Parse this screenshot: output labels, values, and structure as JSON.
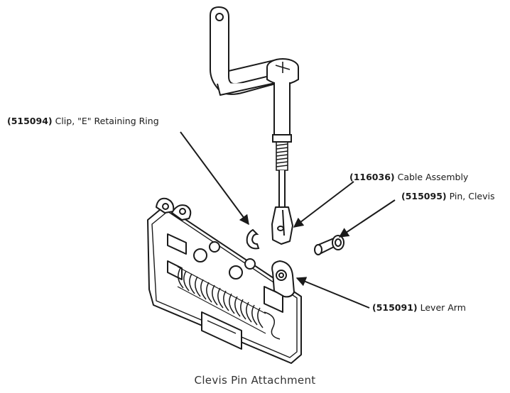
{
  "callouts": {
    "clip": {
      "part_number": "(515094)",
      "name": "Clip, \"E\" Retaining Ring"
    },
    "cable": {
      "part_number": "(116036)",
      "name": "Cable Assembly"
    },
    "pin": {
      "part_number": "(515095)",
      "name": "Pin, Clevis"
    },
    "lever": {
      "part_number": "(515091)",
      "name": "Lever Arm"
    }
  },
  "caption": "Clevis Pin Attachment",
  "colors": {
    "line": "#1a1a1a",
    "fill": "#ffffff",
    "text": "#1a1a1a"
  }
}
